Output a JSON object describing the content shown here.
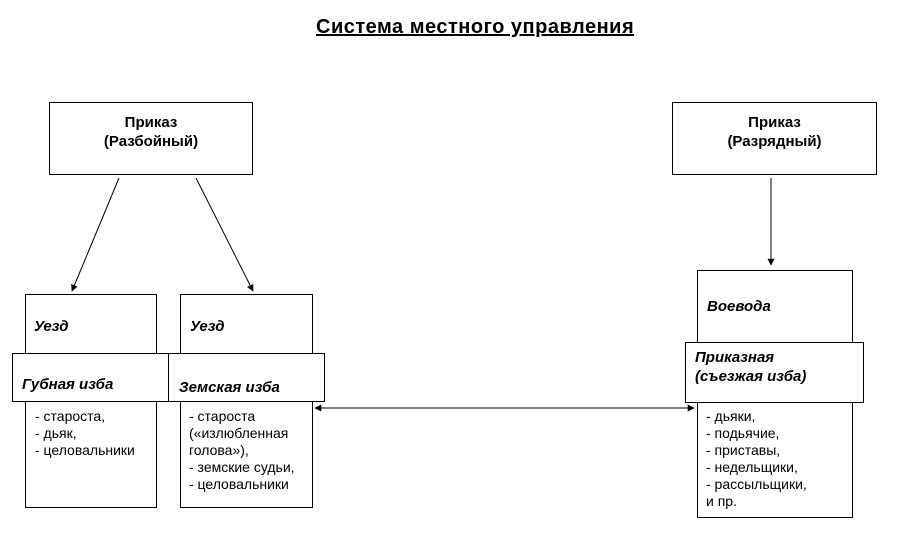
{
  "title": "Система местного  управления",
  "razboyny": {
    "line1": "Приказ",
    "line2": "(Разбойный)"
  },
  "razryadny": {
    "line1": "Приказ",
    "line2": "(Разрядный)"
  },
  "uezd_left": {
    "label": "Уезд"
  },
  "uezd_mid": {
    "label": "Уезд"
  },
  "gubnaya": {
    "label": "Губная изба"
  },
  "zemskaya": {
    "label": "Земская изба"
  },
  "voevoda": {
    "label": "Воевода"
  },
  "prikaznaya": {
    "line1": "Приказная",
    "line2": "(съезжая изба)"
  },
  "gubnaya_list": [
    "- староста,",
    "- дьяк,",
    "- целовальники"
  ],
  "zemskaya_list": [
    "- староста",
    "(«излюбленная",
    "голова»),",
    "- земские судьи,",
    "- целовальники"
  ],
  "prikaznaya_list": [
    "- дьяки,",
    "- подьячие,",
    "- приставы,",
    "- недельщики,",
    "- рассыльщики,",
    "и пр."
  ]
}
